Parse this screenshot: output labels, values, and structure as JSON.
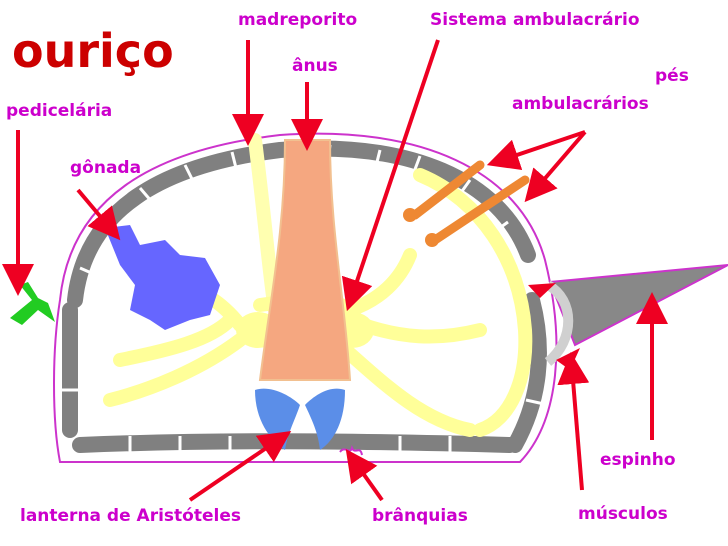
{
  "title": "ouriço",
  "labels": {
    "madreporito": "madreporito",
    "sistema": "Sistema ambulacrário",
    "anus": "ânus",
    "pes_1": "pés",
    "pes_2": "ambulacrários",
    "pedicelaria": "pedicelária",
    "gonada": "gônada",
    "lanterna": "lanterna de Aristóteles",
    "branquias": "brânquias",
    "musculos": "músculos",
    "espinho": "espinho"
  },
  "colors": {
    "title": "#cc0000",
    "label": "#cc00cc",
    "arrow": "#ee0022",
    "body_outline": "#cc33cc",
    "shell_plates": "#808080",
    "water_vascular": "#ffff99",
    "gut": "#f5a780",
    "gonad": "#6666ff",
    "lantern": "#5b8ee8",
    "pedicellaria": "#22cc22",
    "tube_feet": "#ee8833"
  }
}
